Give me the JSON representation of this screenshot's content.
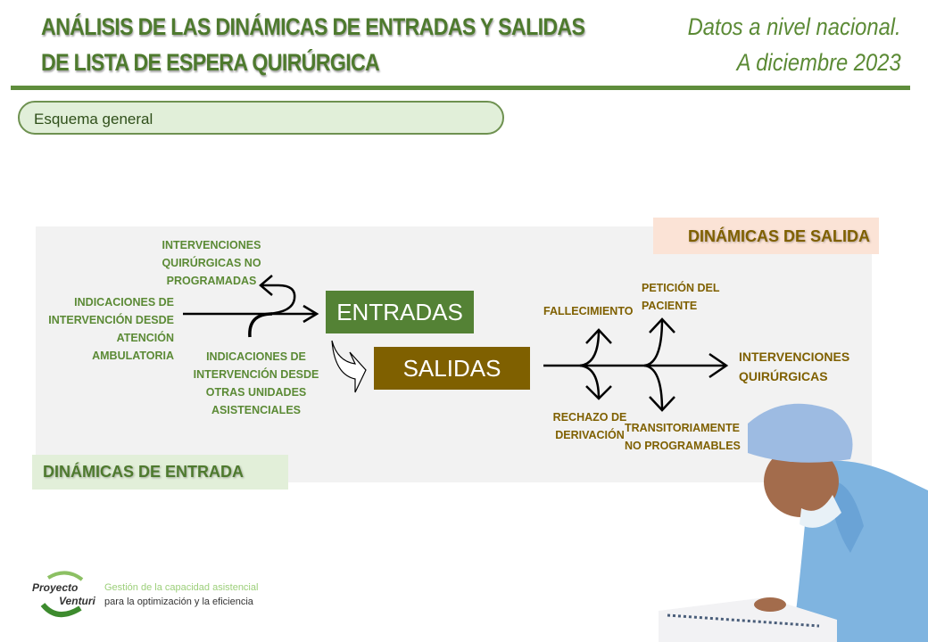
{
  "header": {
    "title_line1": "ANÁLISIS DE LAS DINÁMICAS DE ENTRADAS Y SALIDAS",
    "title_line2": "DE LISTA DE ESPERA QUIRÚRGICA",
    "subtitle_line1": "Datos a nivel nacional.",
    "subtitle_line2": "A  diciembre 2023"
  },
  "section": {
    "label": "Esquema general"
  },
  "diagram": {
    "entrada_tag": "DINÁMICAS DE ENTRADA",
    "salida_tag": "DINÁMICAS DE SALIDA",
    "entradas_box": "ENTRADAS",
    "salidas_box": "SALIDAS",
    "inputs": [
      "INTERVENCIONES\nQUIRÚRGICAS NO\nPROGRAMADAS",
      "INDICACIONES DE\nINTERVENCIÓN DESDE\nATENCIÓN\nAMBULATORIA",
      "INDICACIONES DE\nINTERVENCIÓN DESDE\nOTRAS UNIDADES\nASISTENCIALES"
    ],
    "outputs": [
      "FALLECIMIENTO",
      "PETICIÓN DEL\nPACIENTE",
      "INTERVENCIONES\nQUIRÚRGICAS",
      "RECHAZO DE\nDERIVACIÓN",
      "TRANSITORIAMENTE\nNO PROGRAMABLES"
    ],
    "colors": {
      "entrada": "#548235",
      "salida": "#7f6000",
      "entrada_tag_bg": "#e2efd9",
      "salida_tag_bg": "#fbe3d6"
    }
  },
  "footer": {
    "logo_line1": "Proyecto",
    "logo_line2": "Venturi",
    "tagline1": "Gestión de la capacidad asistencial",
    "tagline2": "para la optimización y la eficiencia"
  }
}
